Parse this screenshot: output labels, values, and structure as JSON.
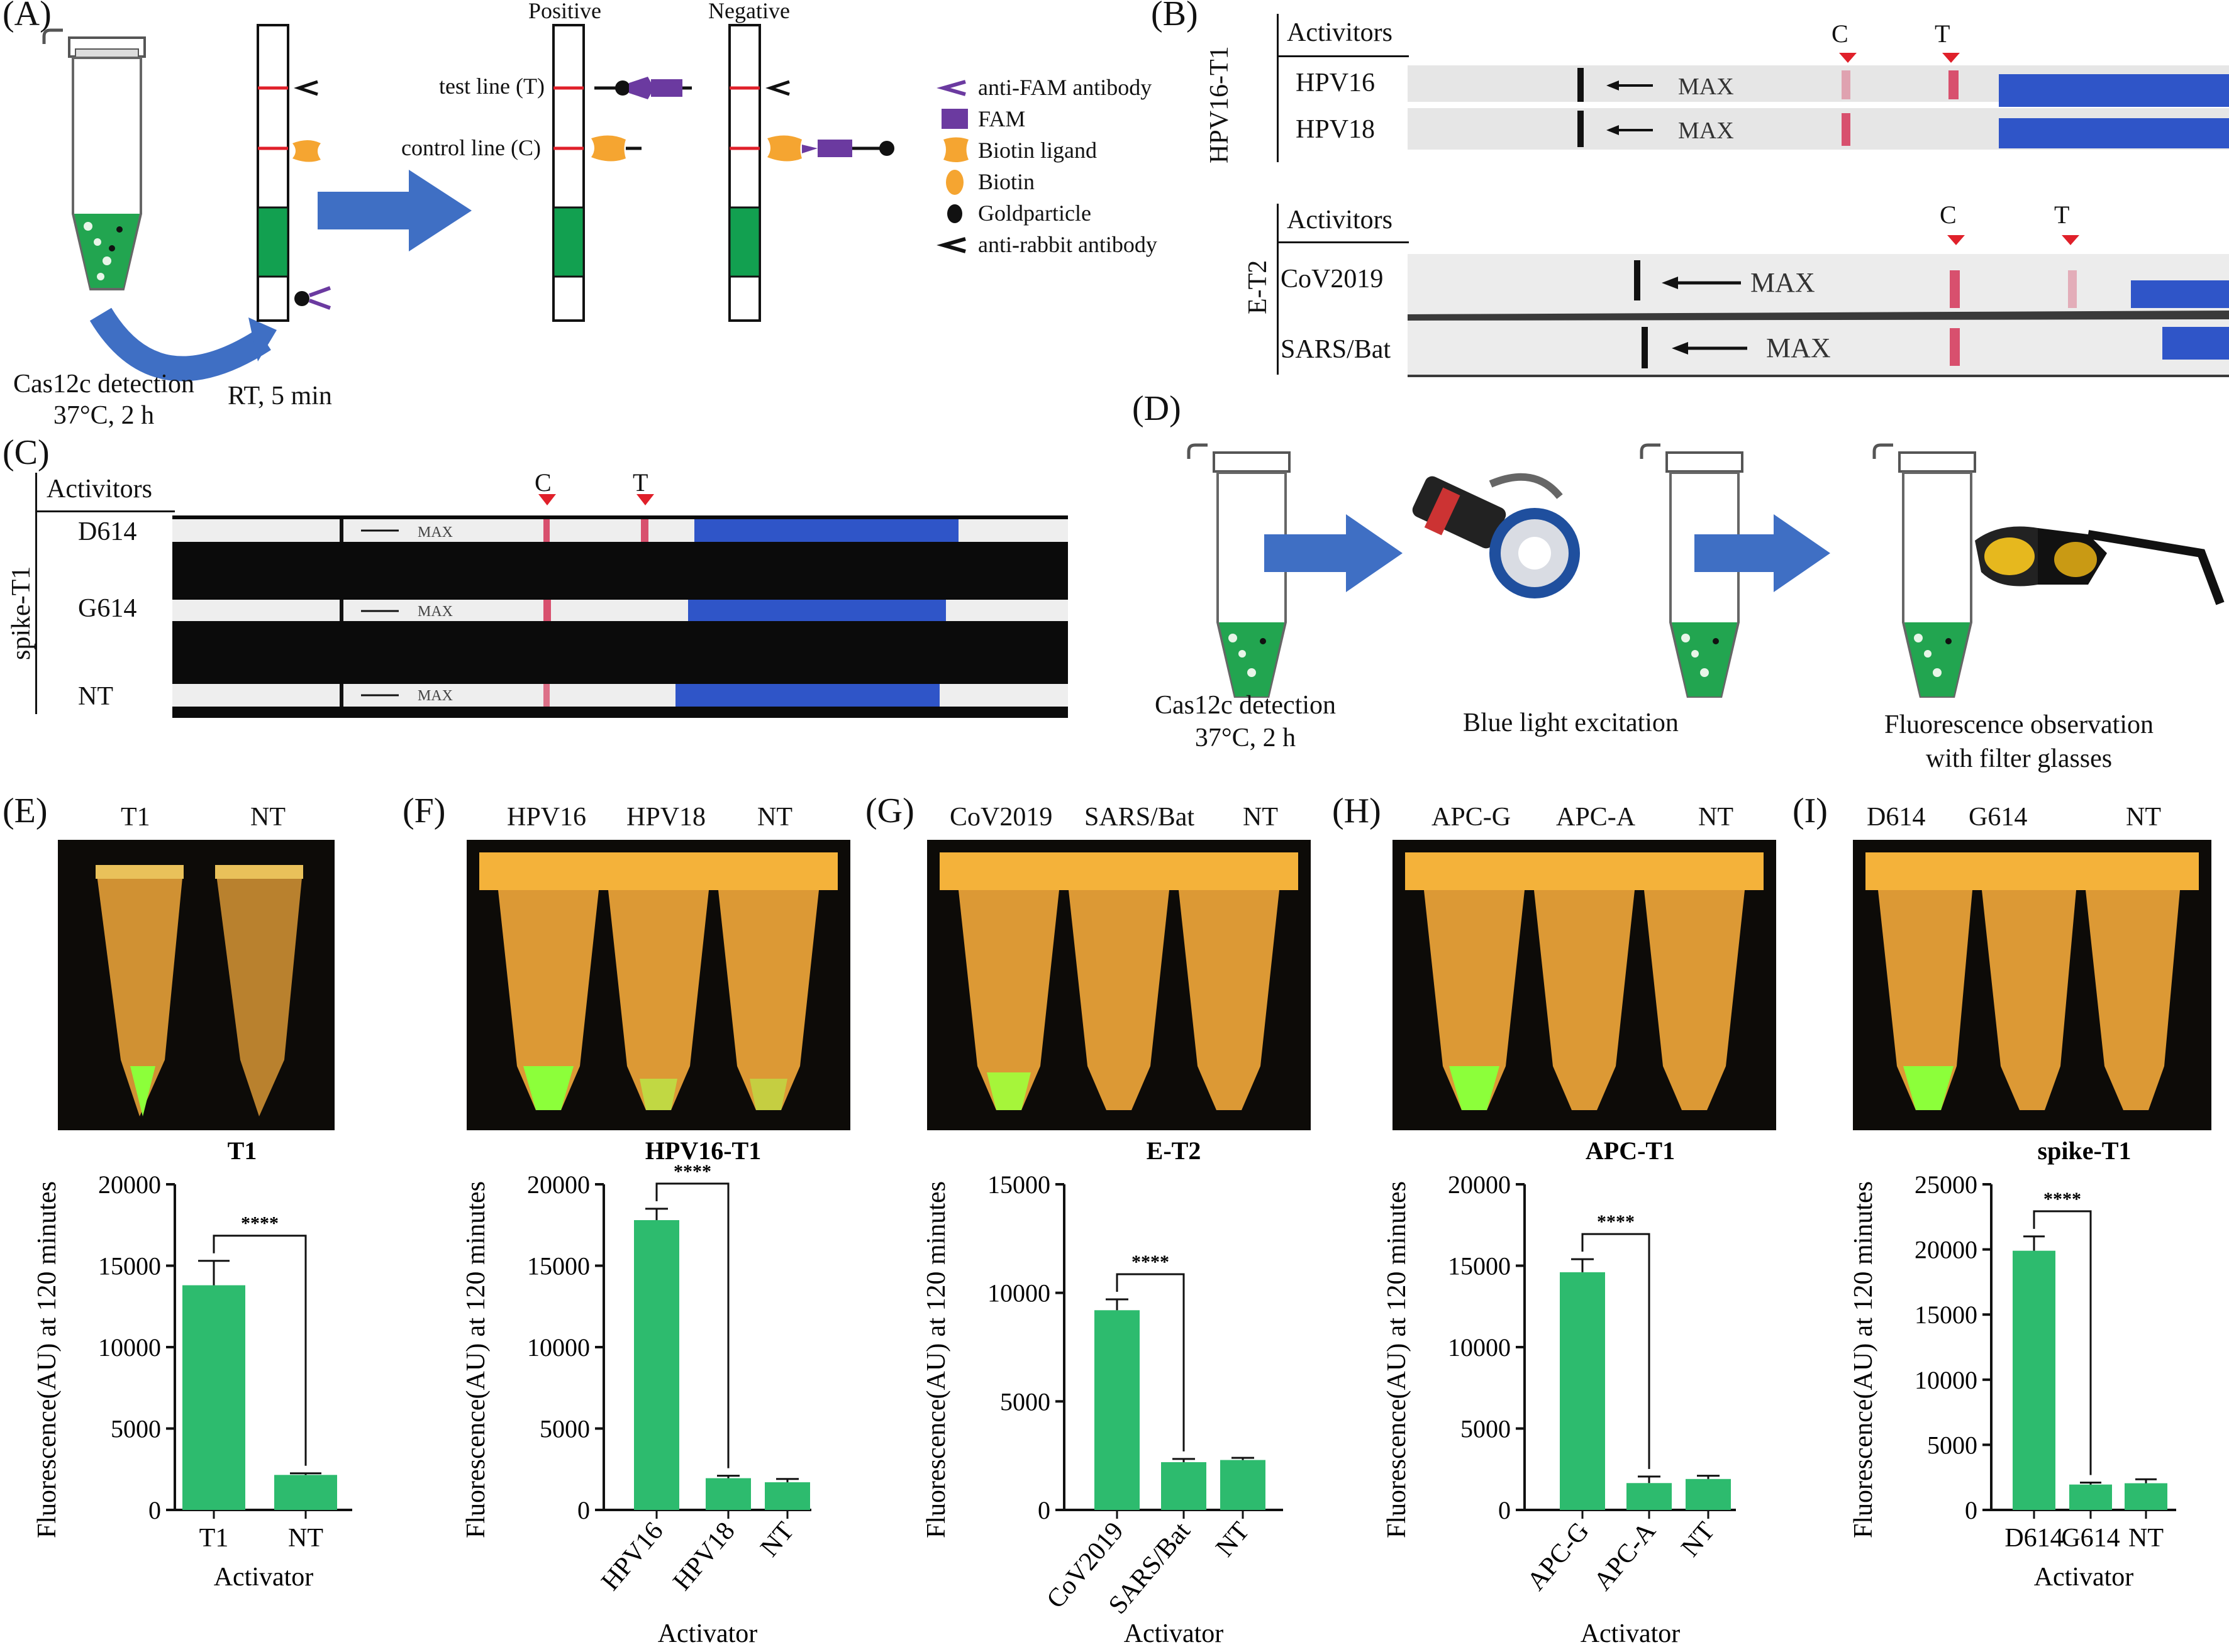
{
  "panel_labels": {
    "A": "(A)",
    "B": "(B)",
    "C": "(C)",
    "D": "(D)",
    "E": "(E)",
    "F": "(F)",
    "G": "(G)",
    "H": "(H)",
    "I": "(I)"
  },
  "panelA": {
    "positive": "Positive",
    "negative": "Negative",
    "test_line": "test line (T)",
    "control_line": "control  line (C)",
    "step1_line1": "Cas12c detection",
    "step1_line2": "37°C, 2 h",
    "step2": "RT, 5 min",
    "legend": [
      {
        "label": "anti-FAM antibody",
        "icon": "antibody-icon"
      },
      {
        "label": "FAM",
        "icon": "fam-rect-icon"
      },
      {
        "label": "Biotin ligand",
        "icon": "biotin-ligand-icon"
      },
      {
        "label": "Biotin",
        "icon": "biotin-oval-icon"
      },
      {
        "label": "Goldparticle",
        "icon": "gold-particle-icon"
      },
      {
        "label": "anti-rabbit antibody",
        "icon": "anti-rabbit-icon"
      }
    ]
  },
  "panelB": {
    "group1": {
      "side": "HPV16-T1",
      "header": "Activitors",
      "rows": [
        "HPV16",
        "HPV18"
      ],
      "C": "C",
      "T": "T",
      "max": "MAX"
    },
    "group2": {
      "side": "E-T2",
      "header": "Activitors",
      "rows": [
        "CoV2019",
        "SARS/Bat"
      ],
      "C": "C",
      "T": "T",
      "max": "MAX"
    }
  },
  "panelC": {
    "side": "spike-T1",
    "header": "Activitors",
    "rows": [
      "D614",
      "G614",
      "NT"
    ],
    "C": "C",
    "T": "T",
    "max": "MAX"
  },
  "panelD": {
    "step1_line1": "Cas12c detection",
    "step1_line2": "37°C, 2 h",
    "step2": "Blue light excitation",
    "step3_line1": "Fluorescence observation",
    "step3_line2": "with filter glasses"
  },
  "photo_labels": {
    "E": [
      "T1",
      "NT"
    ],
    "F": [
      "HPV16",
      "HPV18",
      "NT"
    ],
    "G": [
      "CoV2019",
      "SARS/Bat",
      "NT"
    ],
    "H": [
      "APC-G",
      "APC-A",
      "NT"
    ],
    "I": [
      "D614",
      "G614",
      "NT"
    ]
  },
  "colors": {
    "bar": "#2dbb6e",
    "strip_blue": "#2f55c8",
    "red_line": "#d8506e",
    "arrow_blue": "#3f6fc4",
    "tube_green": "#22a550",
    "orange": "#f5a531",
    "purple": "#6b3aa0"
  },
  "chart_data": [
    {
      "panel": "E",
      "type": "bar",
      "title": "T1",
      "xlabel": "Activator",
      "ylabel": "Fluorescence(AU) at 120 minutes",
      "categories": [
        "T1",
        "NT"
      ],
      "values": [
        13800,
        2150
      ],
      "errors": [
        1500,
        100
      ],
      "ylim": [
        0,
        20000
      ],
      "yticks": [
        "0",
        "5000",
        "10000",
        "15000",
        "20000"
      ],
      "significance": "****",
      "sig_between": [
        0,
        1
      ],
      "rotated_ticks": false
    },
    {
      "panel": "F",
      "type": "bar",
      "title": "HPV16-T1",
      "xlabel": "Activator",
      "ylabel": "Fluorescence(AU) at 120 minutes",
      "categories": [
        "HPV16",
        "HPV18",
        "NT"
      ],
      "values": [
        17800,
        1950,
        1700
      ],
      "errors": [
        700,
        150,
        200
      ],
      "ylim": [
        0,
        20000
      ],
      "yticks": [
        "0",
        "5000",
        "10000",
        "15000",
        "20000"
      ],
      "significance": "****",
      "sig_between": [
        0,
        1
      ],
      "rotated_ticks": true
    },
    {
      "panel": "G",
      "type": "bar",
      "title": "E-T2",
      "xlabel": "Activator",
      "ylabel": "Fluorescence(AU) at 120 minutes",
      "categories": [
        "CoV2019",
        "SARS/Bat",
        "NT"
      ],
      "values": [
        9200,
        2200,
        2300
      ],
      "errors": [
        500,
        150,
        100
      ],
      "ylim": [
        0,
        15000
      ],
      "yticks": [
        "0",
        "5000",
        "10000",
        "15000"
      ],
      "significance": "****",
      "sig_between": [
        0,
        1
      ],
      "rotated_ticks": true
    },
    {
      "panel": "H",
      "type": "bar",
      "title": "APC-T1",
      "xlabel": "Activator",
      "ylabel": "Fluorescence(AU) at 120 minutes",
      "categories": [
        "APC-G",
        "APC-A",
        "NT"
      ],
      "values": [
        14600,
        1650,
        1900
      ],
      "errors": [
        800,
        400,
        200
      ],
      "ylim": [
        0,
        20000
      ],
      "yticks": [
        "0",
        "5000",
        "10000",
        "15000",
        "20000"
      ],
      "significance": "****",
      "sig_between": [
        0,
        1
      ],
      "rotated_ticks": true
    },
    {
      "panel": "I",
      "type": "bar",
      "title": "spike-T1",
      "xlabel": "Activator",
      "ylabel": "Fluorescence(AU) at 120 minutes",
      "categories": [
        "D614",
        "G614",
        "NT"
      ],
      "values": [
        19900,
        1950,
        2050
      ],
      "errors": [
        1100,
        150,
        300
      ],
      "ylim": [
        0,
        25000
      ],
      "yticks": [
        "0",
        "5000",
        "10000",
        "15000",
        "20000",
        "25000"
      ],
      "significance": "****",
      "sig_between": [
        0,
        1
      ],
      "rotated_ticks": false
    }
  ]
}
